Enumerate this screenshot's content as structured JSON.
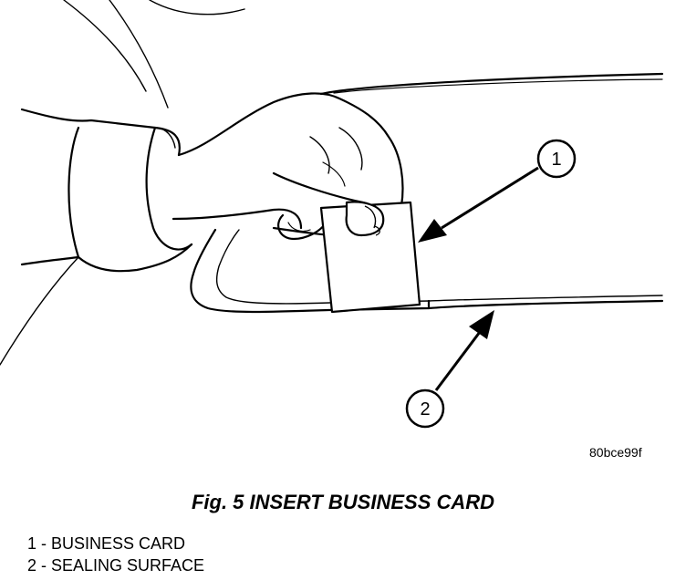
{
  "figure": {
    "reference_code": "80bce99f",
    "caption": "Fig. 5 INSERT BUSINESS CARD",
    "callouts": [
      {
        "number": "1"
      },
      {
        "number": "2"
      }
    ],
    "legend": [
      {
        "text": "1 - BUSINESS CARD"
      },
      {
        "text": "2 - SEALING SURFACE"
      }
    ]
  }
}
